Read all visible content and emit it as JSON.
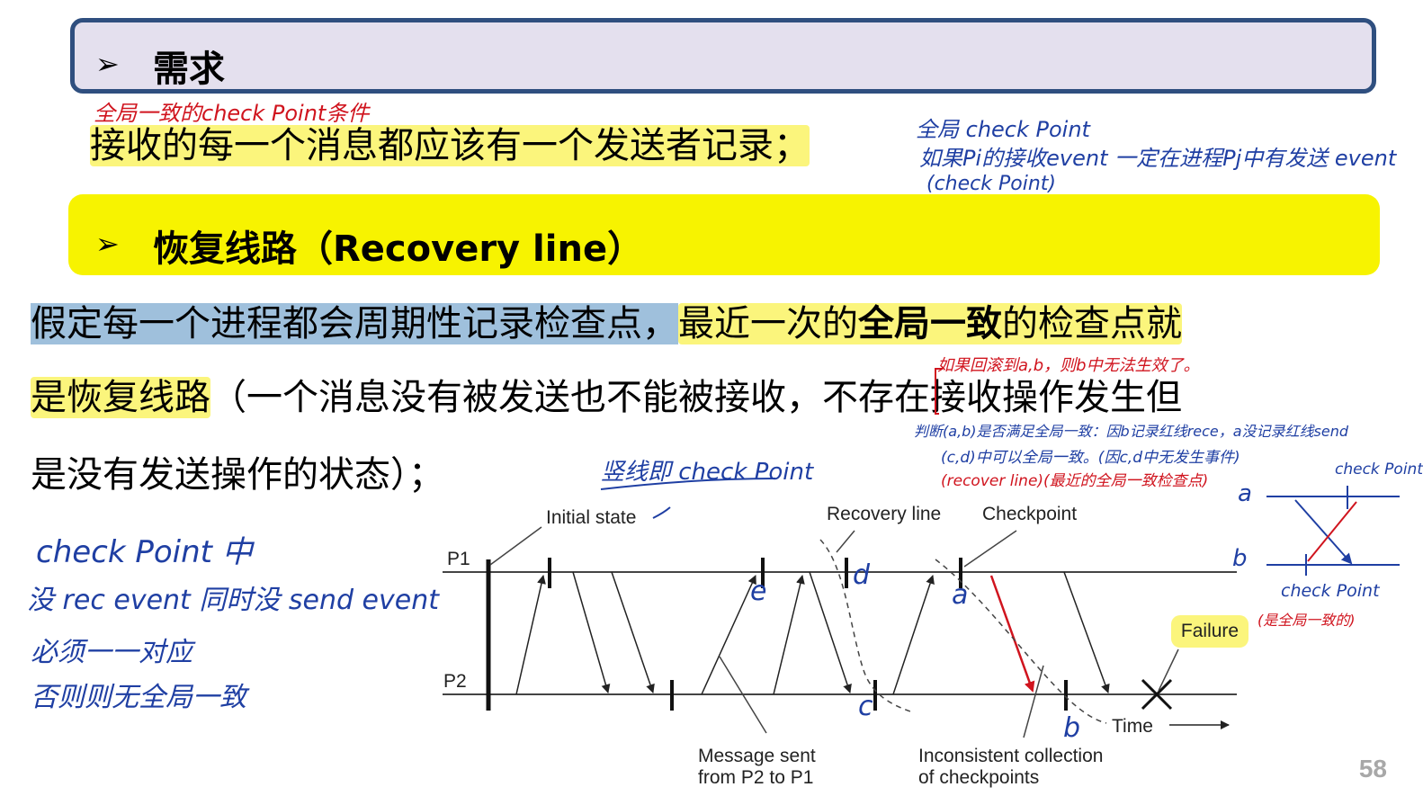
{
  "slide": {
    "heading1": "需求",
    "heading2": "恢复线路（Recovery line）",
    "bullet_glyph": "➢",
    "line1": "接收的每一个消息都应该有一个发送者记录；",
    "line2_part1": "假定每一个进程都会周期性记录检查点，",
    "line2_part2": "最近一次的",
    "line2_part3": "全局一致",
    "line2_part4": "的检查点就",
    "line3_part1": "是恢复线路",
    "line3_part2": "（一个消息没有被发送也不能被接收，",
    "line3_part3": "不存在接收操作发生但",
    "line4": "是没有发送操作的状态）；",
    "page_number": "58"
  },
  "annotations": {
    "red_top": "全局一致的check Point条件",
    "blue_right_1": "全局 check Point",
    "blue_right_2": "如果Pi的接收event 一定在进程Pj中有发送 event",
    "blue_right_3": "(check Point)",
    "red_mid": "如果回滚到a,b，则b中无法生效了。",
    "blue_mid_1": "判断(a,b)是否满足全局一致：因b记录红线rece，a没记录红线send",
    "blue_mid_2": "(c,d)中可以全局一致。(因c,d中无发生事件)",
    "red_mid_3": "(recover line)(最近的全局一致检查点)",
    "blue_vertical": "竖线即 check Point",
    "left_1": "check Point 中",
    "left_2": "没 rec event 同时没 send event",
    "left_3": "必须一一对应",
    "left_4": "否则则无全局一致",
    "letter_a": "a",
    "letter_b": "b",
    "letter_c": "c",
    "letter_d": "d",
    "letter_e": "e",
    "small_cp_top": "check Point",
    "small_cp_bottom": "check Point",
    "small_cp_note": "(是全局一致的)",
    "small_a": "a",
    "small_b": "b"
  },
  "diagram": {
    "initial_state": "Initial state",
    "recovery_line": "Recovery line",
    "checkpoint": "Checkpoint",
    "p1": "P1",
    "p2": "P2",
    "failure": "Failure",
    "time": "Time",
    "message_sent_1": "Message sent",
    "message_sent_2": "from P2 to P1",
    "inconsistent_1": "Inconsistent collection",
    "inconsistent_2": "of checkpoints"
  },
  "colors": {
    "header_border": "#2f4f7f",
    "header_fill": "#e4e0ee",
    "yellow_bar": "#f7f300",
    "highlight_yellow": "#fbf57c",
    "highlight_blue": "#9fc0dc",
    "ink_red": "#d0141e",
    "ink_blue": "#1f3fa3"
  }
}
